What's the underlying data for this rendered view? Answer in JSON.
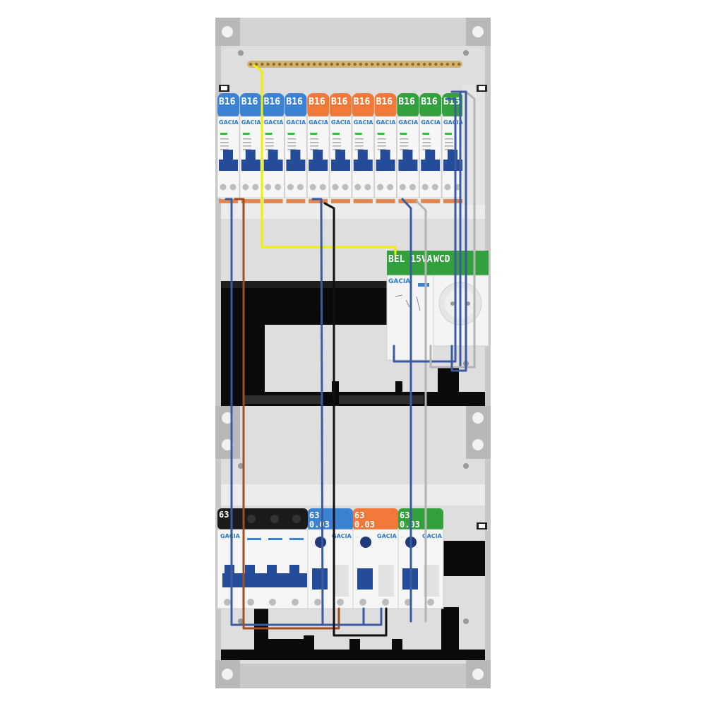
{
  "panel": {
    "brand": "GACIA",
    "colors": {
      "enclosure": "#d8d8d8",
      "rail": "#0a0a0a",
      "blue": "#3c82d2",
      "orange": "#f07838",
      "green": "#32a03c",
      "black_label": "#1a1a1a",
      "wire_yellow": "#f0f000",
      "wire_blue": "#3c5aa0",
      "wire_brown": "#a0501e",
      "wire_black": "#101010",
      "wire_grey": "#b4b4b4",
      "busbar": "#d2b46e"
    }
  },
  "top_row": {
    "breakers": [
      {
        "label": "B16",
        "color": "blue"
      },
      {
        "label": "B16",
        "color": "blue"
      },
      {
        "label": "B16",
        "color": "blue"
      },
      {
        "label": "B16",
        "color": "blue"
      },
      {
        "label": "B16",
        "color": "orange"
      },
      {
        "label": "B16",
        "color": "orange"
      },
      {
        "label": "B16",
        "color": "orange"
      },
      {
        "label": "B16",
        "color": "orange"
      },
      {
        "label": "B16",
        "color": "green"
      },
      {
        "label": "B16",
        "color": "green"
      },
      {
        "label": "B16",
        "color": "green"
      }
    ],
    "model_text": "B16"
  },
  "aux_row": {
    "transformer_label": "BEL 15VA",
    "transformer_brand": "GACIA",
    "socket_label": "WCD"
  },
  "bottom_row": {
    "main_switch": {
      "label": "63",
      "color": "black_label"
    },
    "rcds": [
      {
        "line1": "63",
        "line2": "0.03",
        "color": "blue"
      },
      {
        "line1": "63",
        "line2": "0.03",
        "color": "orange"
      },
      {
        "line1": "63",
        "line2": "0.03",
        "color": "green"
      }
    ]
  }
}
